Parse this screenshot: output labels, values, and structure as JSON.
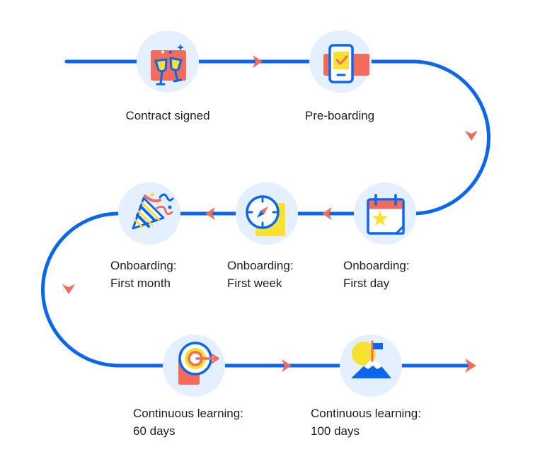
{
  "colors": {
    "path": "#0a66f0",
    "arrow": "#f26b5b",
    "circle_bg": "#e4efff",
    "blue": "#0a66f0",
    "yellow": "#f9e131",
    "coral": "#f26b5b",
    "text": "#1d1d2c"
  },
  "steps": [
    {
      "id": "contract-signed",
      "icon": "champagne-toast-icon",
      "lines": [
        "Contract signed"
      ]
    },
    {
      "id": "pre-boarding",
      "icon": "phone-checkmark-icon",
      "lines": [
        "Pre-boarding"
      ]
    },
    {
      "id": "first-day",
      "icon": "calendar-star-icon",
      "lines": [
        "Onboarding:",
        "First day"
      ]
    },
    {
      "id": "first-week",
      "icon": "compass-icon",
      "lines": [
        "Onboarding:",
        "First week"
      ]
    },
    {
      "id": "first-month",
      "icon": "party-popper-icon",
      "lines": [
        "Onboarding:",
        "First month"
      ]
    },
    {
      "id": "60-days",
      "icon": "target-arrow-icon",
      "lines": [
        "Continuous learning:",
        "60 days"
      ]
    },
    {
      "id": "100-days",
      "icon": "mountain-flag-icon",
      "lines": [
        "Continuous learning:",
        "100 days"
      ]
    }
  ]
}
